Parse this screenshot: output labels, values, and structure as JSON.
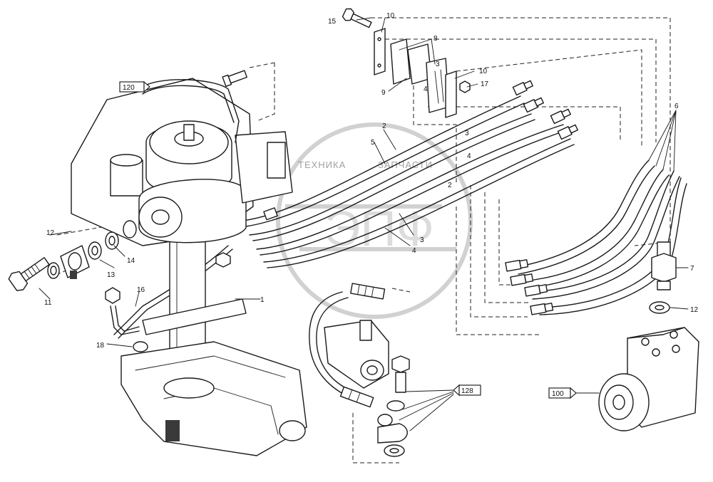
{
  "watermark": {
    "line1": "ТЕХНИКА",
    "line2": "ЗАПЧАСТИ",
    "logo_letters": "ЭПФ"
  },
  "callouts": {
    "n1": "1",
    "n2a": "2",
    "n2b": "2",
    "n3a": "3",
    "n3b": "3",
    "n3c": "3",
    "n4a": "4",
    "n4b": "4",
    "n4c": "4",
    "n5": "5",
    "n6": "6",
    "n7": "7",
    "n8": "8",
    "n9": "9",
    "n10a": "10",
    "n10b": "10",
    "n11": "11",
    "n12a": "12",
    "n12b": "12",
    "n13": "13",
    "n14": "14",
    "n15": "15",
    "n16": "16",
    "n17": "17",
    "n18": "18"
  },
  "refs": {
    "r120": "120",
    "r128": "128",
    "r100": "100"
  }
}
